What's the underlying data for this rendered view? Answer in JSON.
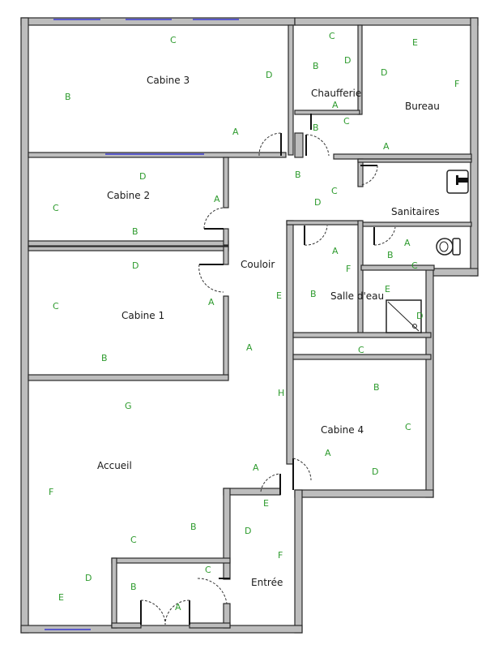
{
  "rooms": [
    {
      "id": "cabine-3",
      "label": "Cabine  3"
    },
    {
      "id": "chaufferie",
      "label": "Chaufferie"
    },
    {
      "id": "bureau",
      "label": "Bureau"
    },
    {
      "id": "cabine-2",
      "label": "Cabine  2"
    },
    {
      "id": "sanitaires",
      "label": "Sanitaires"
    },
    {
      "id": "couloir",
      "label": "Couloir"
    },
    {
      "id": "cabine-1",
      "label": "Cabine  1"
    },
    {
      "id": "salle-deau",
      "label": "Salle d'eau"
    },
    {
      "id": "cabine-4",
      "label": "Cabine  4"
    },
    {
      "id": "accueil",
      "label": "Accueil"
    },
    {
      "id": "entree",
      "label": "Entrée"
    }
  ],
  "wall_letters": [
    "C",
    "D",
    "B",
    "A",
    "C",
    "B",
    "D",
    "A",
    "C",
    "B",
    "E",
    "D",
    "F",
    "A",
    "D",
    "A",
    "C",
    "B",
    "B",
    "D",
    "C",
    "A",
    "B",
    "C",
    "D",
    "C",
    "A",
    "B",
    "E",
    "A",
    "H",
    "A",
    "F",
    "B",
    "E",
    "D",
    "C",
    "B",
    "C",
    "A",
    "D",
    "G",
    "F",
    "C",
    "B",
    "D",
    "E",
    "A",
    "E",
    "D",
    "F",
    "C",
    "B",
    "A"
  ],
  "colors": {
    "wall_fill": "#bdbdbd",
    "wall_letter": "#2e9b2e",
    "window": "#5a5acb"
  },
  "icons": [
    "shower-icon",
    "toilet-icon",
    "sink-icon"
  ]
}
